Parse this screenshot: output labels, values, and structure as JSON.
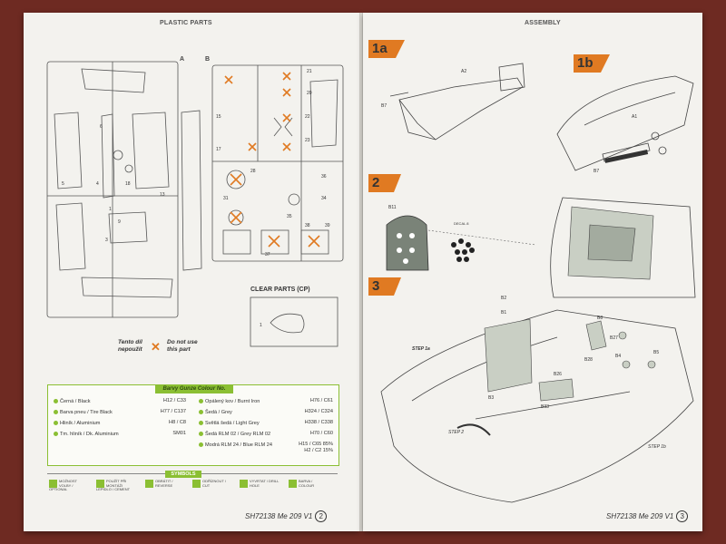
{
  "left_page": {
    "header": "PLASTIC PARTS",
    "sprue_letters": [
      "A",
      "B"
    ],
    "clear_parts_header": "CLEAR PARTS (CP)",
    "do_not_use_czech": "Tento díl\nnepoužít",
    "do_not_use_english": "Do not use\nthis part",
    "paint_table": {
      "title": "Barvy Gunze Colour No.",
      "left_column": [
        {
          "name": "Černá / Black",
          "code": "H12 / C33"
        },
        {
          "name": "Barva pneu / Tire Black",
          "code": "H77 / C137"
        },
        {
          "name": "Hliník / Aluminium",
          "code": "H8 / C8"
        },
        {
          "name": "Tm. hliník / Dk. Aluminium",
          "code": "SM01"
        }
      ],
      "right_column": [
        {
          "name": "Opálený kov / Burnt Iron",
          "code": "H76 / C61"
        },
        {
          "name": "Šedá / Grey",
          "code": "H324 / C324"
        },
        {
          "name": "Světlá šedá / Light Grey",
          "code": "H338 / C338"
        },
        {
          "name": "Šedá RLM 02 / Grey RLM 02",
          "code": "H70 / C60"
        },
        {
          "name": "Modrá RLM 24 / Blue RLM 24",
          "code": "H15 / C65 85%\nH2 / C2 15%"
        }
      ]
    },
    "symbols_title": "SYMBOLS",
    "symbols": [
      "MOŽNOST VOLBY / OPTIONAL",
      "POUŽÍT PŘI MONTÁŽI LEPIDLO / CEMENT",
      "OBRÁTIT / REVERSE",
      "ODŘÍZNOUT / CUT",
      "VYVRTAT / DRILL HOLE",
      "BARVA / COLOUR"
    ],
    "footer": "SH72138 Me 209 V1",
    "page_number": "2"
  },
  "right_page": {
    "header": "ASSEMBLY",
    "steps": [
      {
        "label": "1a"
      },
      {
        "label": "1b"
      },
      {
        "label": "2"
      },
      {
        "label": "3"
      }
    ],
    "part_labels": [
      "A2",
      "B7",
      "A1",
      "B7",
      "B11",
      "B2",
      "B1",
      "B8",
      "B27",
      "B26",
      "B3",
      "B33",
      "B28",
      "B5",
      "B4"
    ],
    "decal_label": "DECAL\n8",
    "step_refs": [
      "STEP 1a",
      "STEP 2",
      "STEP 1b"
    ],
    "footer": "SH72138 Me 209 V1",
    "page_number": "3"
  },
  "colors": {
    "background": "#6e2a22",
    "paper": "#f3f2ee",
    "accent_green": "#8bbf33",
    "accent_orange": "#e07a22",
    "line": "#333333"
  }
}
